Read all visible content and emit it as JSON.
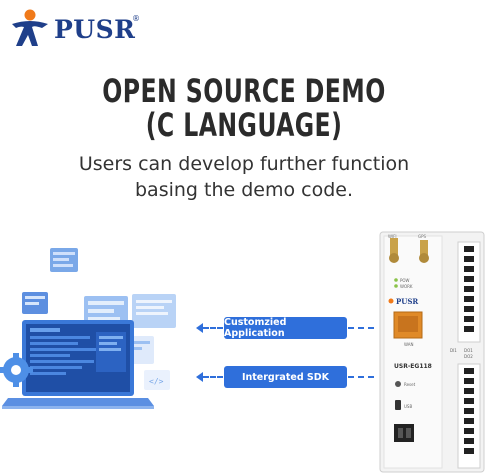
{
  "brand": {
    "name": "PUSR",
    "registered": "®",
    "mark_color": "#f07a1a",
    "text_color": "#1f3f8a"
  },
  "hero": {
    "title_line1": "OPEN SOURCE DEMO",
    "title_line2": "(C LANGUAGE)",
    "subtitle_line1": "Users can develop further function",
    "subtitle_line2": "basing the demo code."
  },
  "labels": {
    "app": "Customzied  Application",
    "sdk": "Intergrated SDK"
  },
  "device": {
    "brand": "PUSR",
    "model": "USR-EG118",
    "port_label": "WAN",
    "reset_label": "Reset",
    "usb_label": "USB",
    "top_left": "WIFI",
    "top_right": "GPS",
    "led_1": "POW",
    "led_2": "WORK",
    "di_1": "DI1",
    "di_2": "DO1",
    "di_3": "DO2"
  },
  "colors": {
    "accent": "#2f6fdb",
    "title": "#2b2b2b"
  }
}
